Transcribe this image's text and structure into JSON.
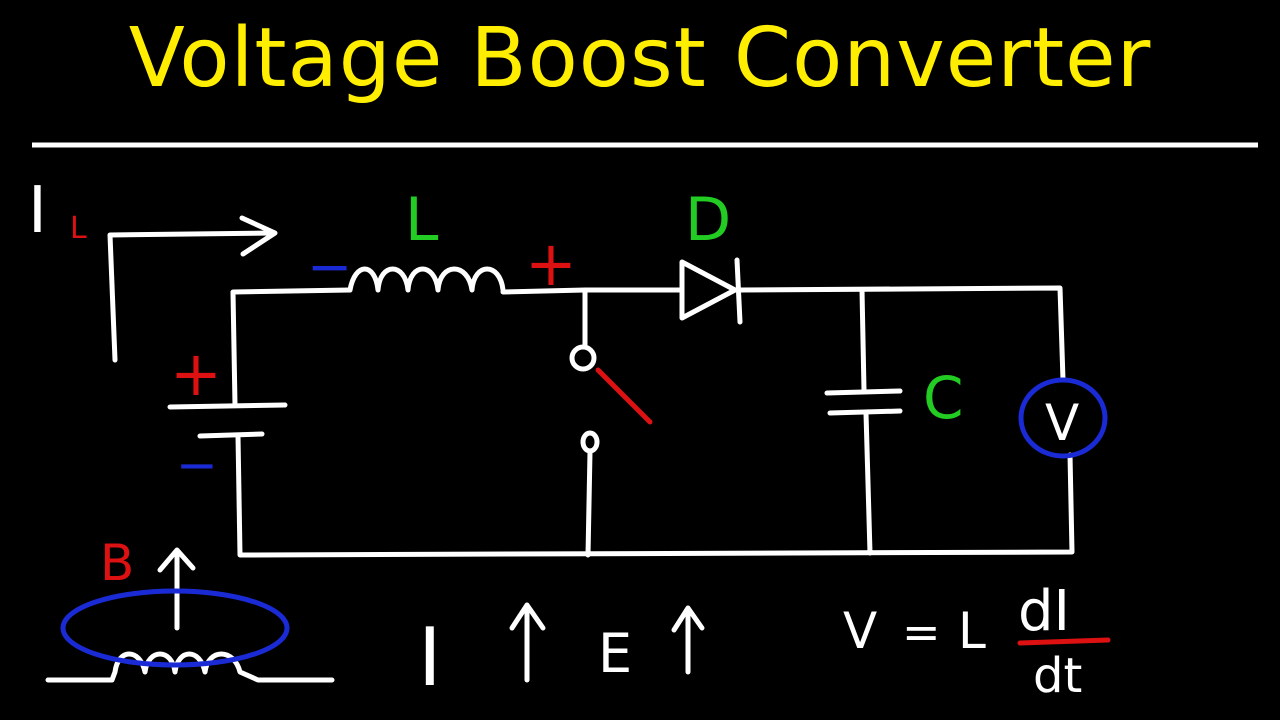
{
  "title": "Voltage Boost Converter",
  "labels": {
    "current_symbol": "I",
    "current_subscript": "L",
    "inductor": "L",
    "diode": "D",
    "capacitor": "C",
    "voltmeter": "V",
    "magnetic_field": "B",
    "inductor_plus": "+",
    "inductor_minus": "−",
    "battery_plus": "+",
    "battery_minus": "−"
  },
  "formulas": {
    "current_up": "I",
    "field_up": "E",
    "v_lhs": "V",
    "equals": "=",
    "l": "L",
    "numerator": "dI",
    "denominator": "dt"
  },
  "colors": {
    "background": "#000000",
    "title": "#ffee00",
    "wire": "#ffffff",
    "green_label": "#22cc22",
    "red_label": "#dd1111",
    "blue_mark": "#1a2bd6"
  }
}
